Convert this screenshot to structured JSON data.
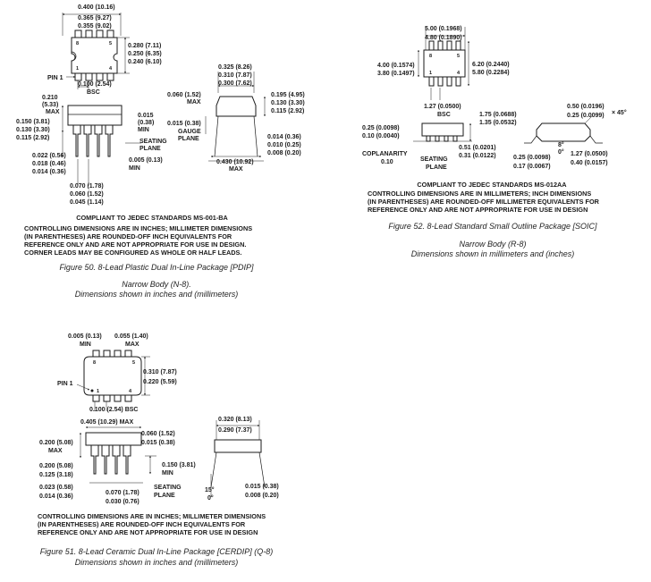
{
  "pdip": {
    "top_width": [
      "0.400 (10.16)",
      "0.365 (9.27)",
      "0.355 (9.02)"
    ],
    "body_width": [
      "0.280 (7.11)",
      "0.250 (6.35)",
      "0.240 (6.10)"
    ],
    "pin1": "PIN 1",
    "pitch": [
      "0.100 (2.54)",
      "BSC"
    ],
    "row_span": [
      "0.325 (8.26)",
      "0.310 (7.87)",
      "0.300 (7.62)"
    ],
    "seat_max": [
      "0.060 (1.52)",
      "MAX"
    ],
    "max_height": [
      "0.210",
      "(5.33)",
      "MAX"
    ],
    "lead_len": [
      "0.150 (3.81)",
      "0.130 (3.30)",
      "0.115 (2.92)"
    ],
    "standoff": [
      "0.015",
      "(0.38)",
      "MIN"
    ],
    "gauge": [
      "0.015 (0.38)",
      "GAUGE",
      "PLANE"
    ],
    "seating": [
      "SEATING",
      "PLANE"
    ],
    "side_height": [
      "0.195 (4.95)",
      "0.130 (3.30)",
      "0.115 (2.92)"
    ],
    "lead_thick": [
      "0.022 (0.56)",
      "0.018 (0.46)",
      "0.014 (0.36)"
    ],
    "min_foot": [
      "0.005 (0.13)",
      "MIN"
    ],
    "lead_w": [
      "0.070 (1.78)",
      "0.060 (1.52)",
      "0.045 (1.14)"
    ],
    "overall": [
      "0.430 (10.92)",
      "MAX"
    ],
    "thick2": [
      "0.014 (0.36)",
      "0.010 (0.25)",
      "0.008 (0.20)"
    ],
    "pins_top": [
      "8",
      "5"
    ],
    "pins_bot": [
      "1",
      "4"
    ],
    "compliant": "COMPLIANT TO JEDEC STANDARDS MS-001-BA",
    "notes": "CONTROLLING DIMENSIONS ARE IN INCHES; MILLIMETER DIMENSIONS\n(IN PARENTHESES) ARE ROUNDED-OFF INCH EQUIVALENTS FOR\nREFERENCE ONLY AND ARE NOT APPROPRIATE FOR USE IN DESIGN.\nCORNER LEADS MAY BE CONFIGURED AS WHOLE OR HALF LEADS.",
    "caption": "Figure 50. 8-Lead Plastic Dual In-Line Package [PDIP]",
    "subcaption": "Narrow Body (N-8).\nDimensions shown in inches and (millimeters)"
  },
  "soic": {
    "top_width": [
      "5.00 (0.1968)",
      "4.80 (0.1890)"
    ],
    "body_width": [
      "4.00 (0.1574)",
      "3.80 (0.1497)"
    ],
    "span": [
      "6.20 (0.2440)",
      "5.80 (0.2284)"
    ],
    "pitch": [
      "1.27 (0.0500)",
      "BSC"
    ],
    "pins_top": [
      "8",
      "5"
    ],
    "pins_bot": [
      "1",
      "4"
    ],
    "height": [
      "1.75 (0.0688)",
      "1.35 (0.0532)"
    ],
    "standoff": [
      "0.25 (0.0098)",
      "0.10 (0.0040)"
    ],
    "lead_w": [
      "0.51 (0.0201)",
      "0.31 (0.0122)"
    ],
    "coplanarity": [
      "COPLANARITY",
      "0.10"
    ],
    "seating": [
      "SEATING",
      "PLANE"
    ],
    "chamfer": [
      "0.50 (0.0196)",
      "0.25 (0.0099)"
    ],
    "chamfer_angle": "× 45°",
    "angle": [
      "8°",
      "0°"
    ],
    "thick": [
      "0.25 (0.0098)",
      "0.17 (0.0067)"
    ],
    "foot": [
      "1.27 (0.0500)",
      "0.40 (0.0157)"
    ],
    "compliant": "COMPLIANT TO JEDEC STANDARDS MS-012AA",
    "notes": "CONTROLLING DIMENSIONS ARE IN MILLIMETERS; INCH DIMENSIONS\n(IN PARENTHESES) ARE ROUNDED-OFF MILLIMETER EQUIVALENTS FOR\nREFERENCE ONLY AND ARE NOT APPROPRIATE FOR USE IN DESIGN",
    "caption": "Figure 52. 8-Lead Standard Small Outline Package [SOIC]",
    "subcaption": "Narrow Body (R-8)\nDimensions shown in millimeters and (inches)"
  },
  "cerdip": {
    "top_min": [
      "0.005 (0.13)",
      "MIN"
    ],
    "top_max": [
      "0.055 (1.40)",
      "MAX"
    ],
    "pins_top": [
      "8",
      "5"
    ],
    "pins_bot": [
      "1",
      "4"
    ],
    "pin1": "PIN 1",
    "body_width": [
      "0.310 (7.87)",
      "0.220 (5.59)"
    ],
    "pitch": "0.100 (2.54) BSC",
    "overall": "0.405 (10.29) MAX",
    "max_height": [
      "0.200 (5.08)",
      "MAX"
    ],
    "standoff": [
      "0.060 (1.52)",
      "0.015 (0.38)"
    ],
    "lead_len": [
      "0.200 (5.08)",
      "0.125 (3.18)"
    ],
    "lead_min": [
      "0.150 (3.81)",
      "MIN"
    ],
    "lead_thick": [
      "0.023 (0.58)",
      "0.014 (0.36)"
    ],
    "lead_w": [
      "0.070 (1.78)",
      "0.030 (0.76)"
    ],
    "seating": [
      "SEATING",
      "PLANE"
    ],
    "row_span": [
      "0.320 (8.13)",
      "0.290 (7.37)"
    ],
    "angle": [
      "15°",
      "0°"
    ],
    "thick": [
      "0.015 (0.38)",
      "0.008 (0.20)"
    ],
    "notes": "CONTROLLING DIMENSIONS ARE IN INCHES; MILLIMETER DIMENSIONS\n(IN PARENTHESES) ARE ROUNDED-OFF INCH EQUIVALENTS FOR\nREFERENCE ONLY AND ARE NOT APPROPRIATE FOR USE IN DESIGN",
    "caption": "Figure 51. 8-Lead Ceramic Dual In-Line Package [CERDIP] (Q-8)",
    "subcaption": "Dimensions shown in inches and (millimeters)"
  }
}
